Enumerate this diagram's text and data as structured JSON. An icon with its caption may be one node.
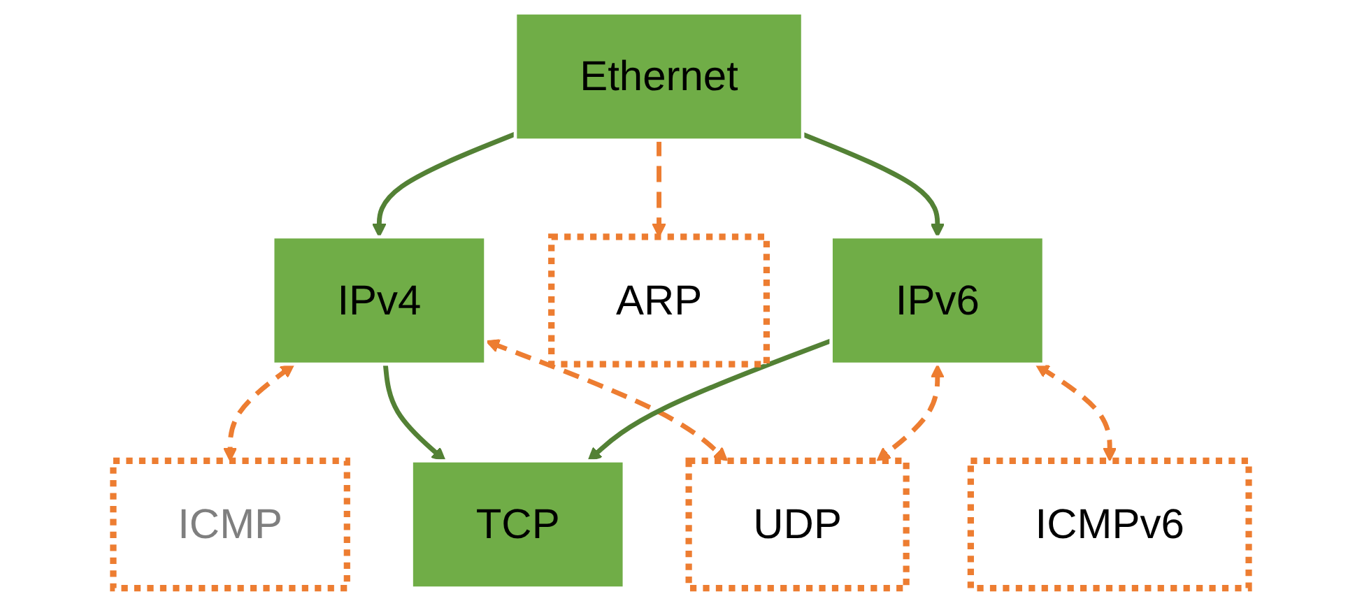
{
  "diagram": {
    "nodes": [
      {
        "text": [
          "Ethernet"
        ]
      },
      {
        "text": [
          "IPv4"
        ]
      },
      {
        "text": [
          "ARP"
        ]
      },
      {
        "text": [
          "IPv6"
        ]
      },
      {
        "text": [
          "ICMP"
        ]
      },
      {
        "text": [
          "TCP"
        ]
      },
      {
        "text": [
          "UDP"
        ]
      },
      {
        "text": [
          "ICMPv6"
        ]
      }
    ],
    "edges": [
      {
        "from": 0,
        "to": 1,
        "arrow": "to",
        "color": "#538135"
      },
      {
        "from": 0,
        "to": 2,
        "arrow": "to",
        "style": "dashed"
      },
      {
        "from": 0,
        "to": 3,
        "arrow": "to",
        "color": "#538135"
      },
      {
        "from": 1,
        "to": 4,
        "arrow": "both",
        "style": "dashed"
      },
      {
        "from": 1,
        "to": 5,
        "arrow": "to",
        "color": "#538135"
      },
      {
        "from": 1,
        "to": 6,
        "arrow": "both",
        "style": "dashed"
      },
      {
        "from": 3,
        "to": 5,
        "arrow": "to",
        "color": "#538135"
      },
      {
        "from": 3,
        "to": 6,
        "arrow": "both",
        "style": "dashed"
      },
      {
        "from": 3,
        "to": 7,
        "arrow": "both",
        "style": "dashed"
      }
    ]
  }
}
